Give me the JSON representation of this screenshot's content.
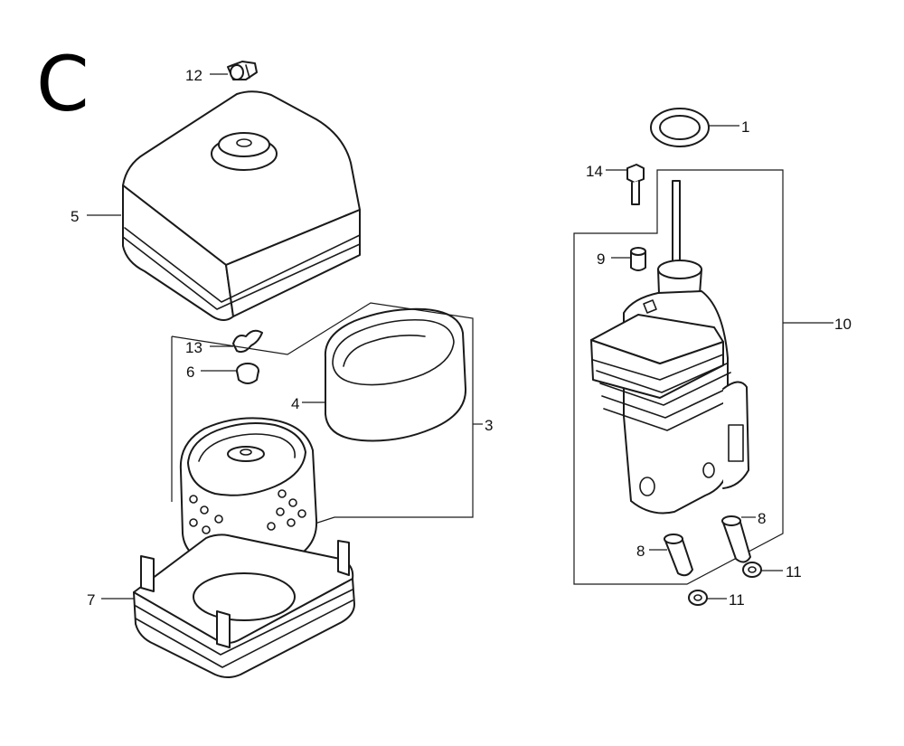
{
  "section_letter": "C",
  "callouts": {
    "c1": "1",
    "c3": "3",
    "c4": "4",
    "c5": "5",
    "c6": "6",
    "c7": "7",
    "c8a": "8",
    "c8b": "8",
    "c9": "9",
    "c10": "10",
    "c11a": "11",
    "c11b": "11",
    "c12": "12",
    "c13": "13",
    "c14": "14"
  }
}
